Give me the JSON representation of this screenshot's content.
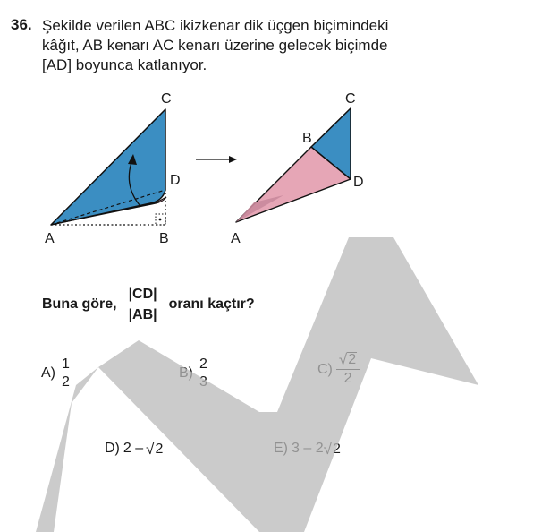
{
  "question": {
    "number": "36.",
    "lines": [
      "Şekilde verilen ABC ikizkenar dik üçgen biçimindeki",
      "kâğıt, AB kenarı AC kenarı üzerine gelecek biçimde",
      "[AD] boyunca katlanıyor."
    ]
  },
  "figure": {
    "left_labels": {
      "A": "A",
      "B": "B",
      "C": "C",
      "D": "D"
    },
    "right_labels": {
      "A": "A",
      "B": "B",
      "C": "C",
      "D": "D"
    },
    "colors": {
      "blue": "#3b8ec2",
      "pink": "#e6a6b6",
      "stroke": "#111111"
    }
  },
  "prompt": {
    "prefix": "Buna göre,",
    "numerator": "|CD|",
    "denominator": "|AB|",
    "suffix": "oranı kaçtır?"
  },
  "options": {
    "A": {
      "letter": "A)",
      "num": "1",
      "den": "2"
    },
    "B": {
      "letter": "B)",
      "num": "2",
      "den": "3"
    },
    "C": {
      "letter": "C)",
      "radical": "√",
      "radicand": "2",
      "den": "2"
    },
    "D": {
      "letter": "D)",
      "text": "2 –",
      "radical": "√",
      "radicand": "2"
    },
    "E": {
      "letter": "E)",
      "text": "3 – 2",
      "radical": "√",
      "radicand": "2"
    }
  },
  "watermark": {
    "color": "#b9b9b9"
  }
}
